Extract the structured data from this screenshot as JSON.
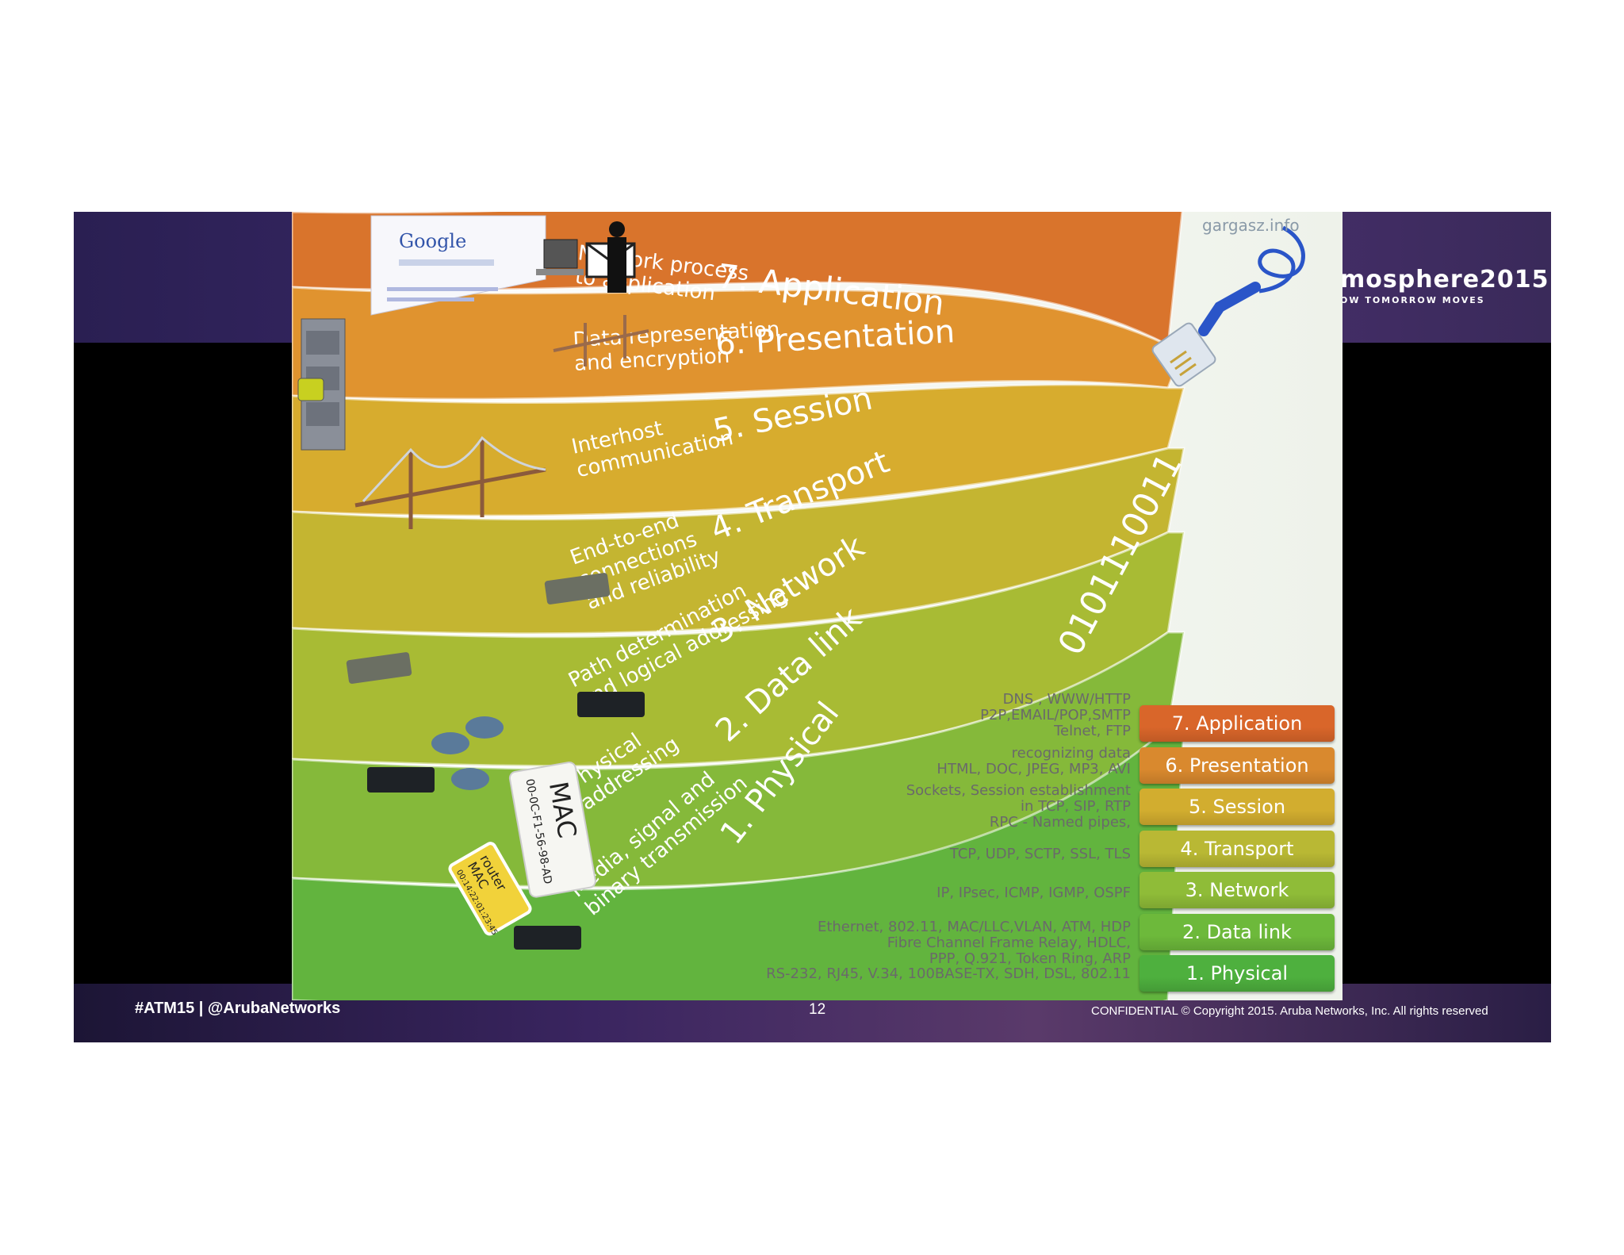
{
  "brand": {
    "name": "mosphere2015",
    "tagline": "OW TOMORROW MOVES"
  },
  "footer": {
    "hashtag": "#ATM15 | @ArubaNetworks",
    "page_number": "12",
    "copyright": "CONFIDENTIAL © Copyright 2015. Aruba Networks, Inc. All rights reserved"
  },
  "diagram": {
    "watermark": "gargasz.info",
    "layers": [
      {
        "name": "7. Application",
        "description": [
          "Network process",
          "to application"
        ],
        "color": "#d9742c"
      },
      {
        "name": "6. Presentation",
        "description": [
          "Data representation",
          "and encryption"
        ],
        "color": "#e0932f"
      },
      {
        "name": "5. Session",
        "description": [
          "Interhost",
          "communication"
        ],
        "color": "#d7ac2e"
      },
      {
        "name": "4. Transport",
        "description": [
          "End-to-end",
          "connections",
          "and reliability"
        ],
        "color": "#c4b531"
      },
      {
        "name": "3. Network",
        "description": [
          "Path determination",
          "and logical addressing"
        ],
        "color": "#a8bb34"
      },
      {
        "name": "2. Data link",
        "description": [
          "Physical",
          "addressing"
        ],
        "color": "#85b93a"
      },
      {
        "name": "1. Physical",
        "description": [
          "Media, signal and",
          "binary transmission"
        ],
        "color": "#62b43e"
      }
    ],
    "binary": "0101110011",
    "protocols": [
      [
        "DNS , WWW/HTTP",
        "P2P,EMAIL/POP,SMTP",
        "Telnet, FTP"
      ],
      [
        "recognizing data",
        "HTML, DOC, JPEG, MP3, AVI"
      ],
      [
        "Sockets, Session establishment",
        "in TCP, SIP, RTP",
        "RPC - Named pipes,"
      ],
      [
        "TCP, UDP, SCTP, SSL, TLS"
      ],
      [
        "IP, IPsec, ICMP, IGMP, OSPF"
      ],
      [
        "Ethernet, 802.11, MAC/LLC,VLAN, ATM, HDP",
        "Fibre Channel Frame Relay, HDLC,",
        "PPP, Q.921, Token Ring, ARP"
      ],
      [
        "RS-232, RJ45, V.34, 100BASE-TX, SDH, DSL, 802.11"
      ]
    ],
    "stack_buttons": [
      {
        "label": "7. Application",
        "color": "#d9662a"
      },
      {
        "label": "6. Presentation",
        "color": "#d9892e"
      },
      {
        "label": "5. Session",
        "color": "#d2ad2f"
      },
      {
        "label": "4. Transport",
        "color": "#b9b834"
      },
      {
        "label": "3. Network",
        "color": "#8fbc38"
      },
      {
        "label": "2. Data link",
        "color": "#6db93b"
      },
      {
        "label": "1. Physical",
        "color": "#4eb03e"
      }
    ],
    "tags": {
      "router_mac": [
        "router",
        "MAC",
        "00:14:22:01:23:45"
      ],
      "mac": [
        "MAC",
        "00-0C-F1-56-98-AD"
      ]
    },
    "logo_text": "Google"
  }
}
